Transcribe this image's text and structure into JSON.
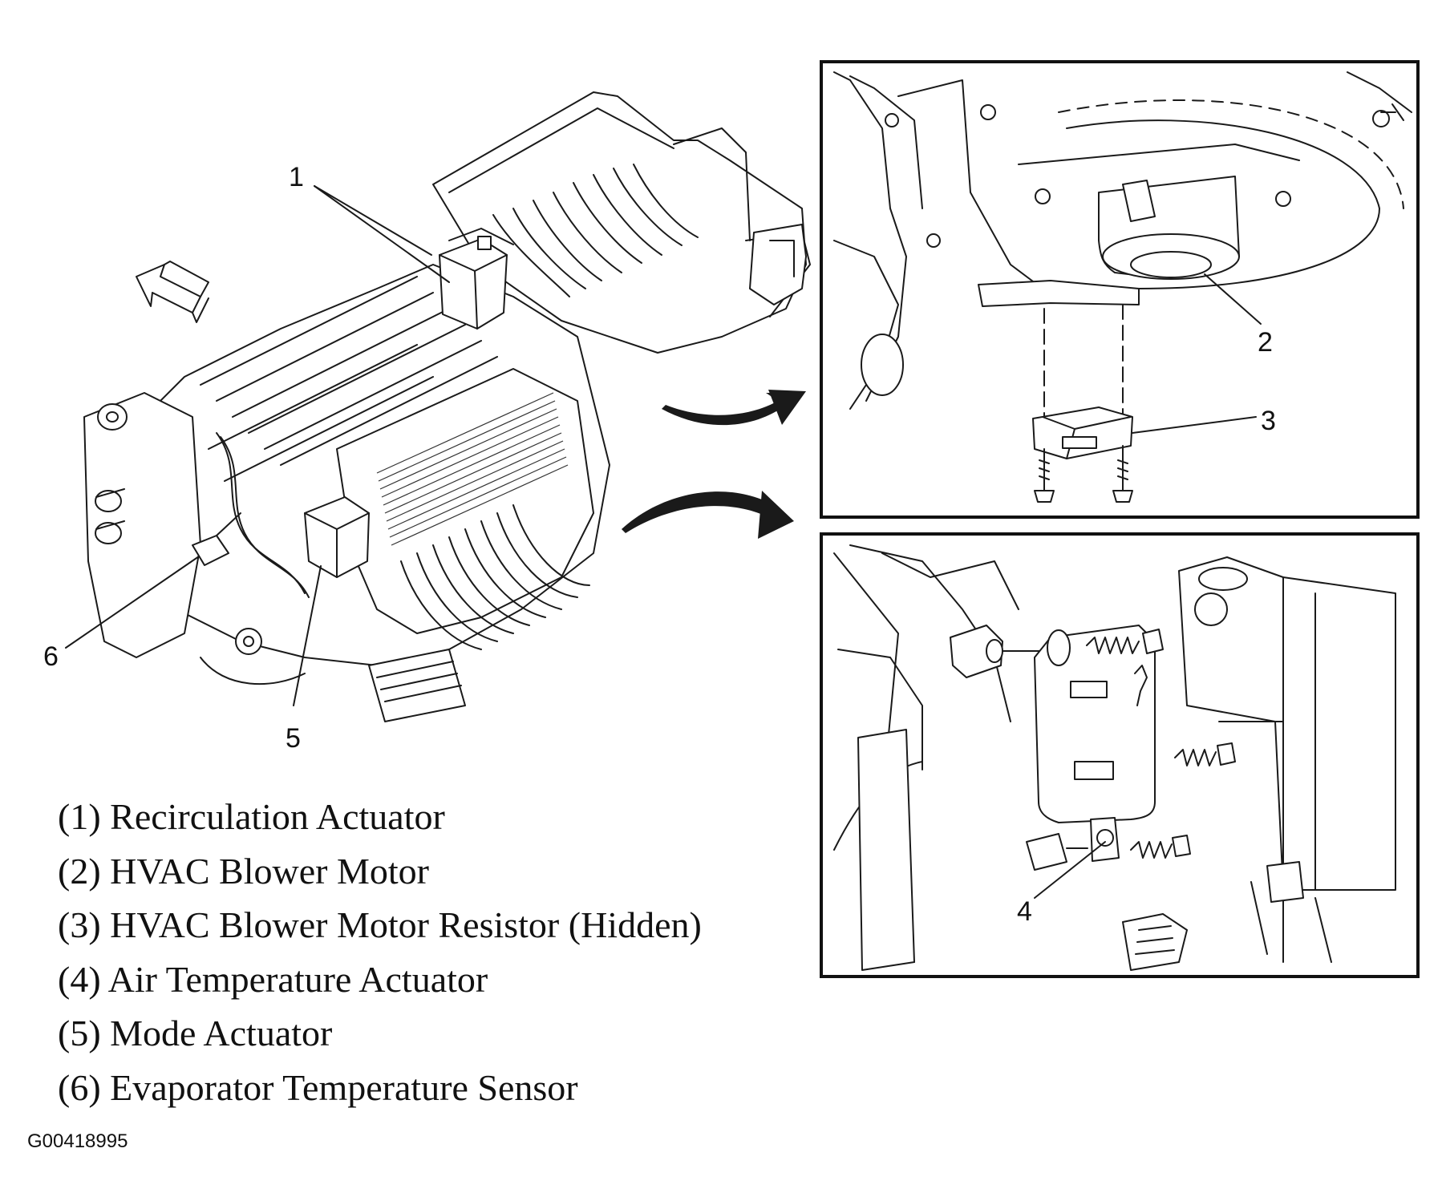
{
  "callouts": {
    "c1": "1",
    "c2": "2",
    "c3": "3",
    "c4": "4",
    "c5": "5",
    "c6": "6"
  },
  "legend": [
    "(1) Recirculation Actuator",
    "(2) HVAC Blower Motor",
    "(3) HVAC Blower Motor Resistor (Hidden)",
    "(4) Air Temperature Actuator",
    "(5) Mode Actuator",
    "(6) Evaporator Temperature Sensor"
  ],
  "figure_id": "G00418995"
}
